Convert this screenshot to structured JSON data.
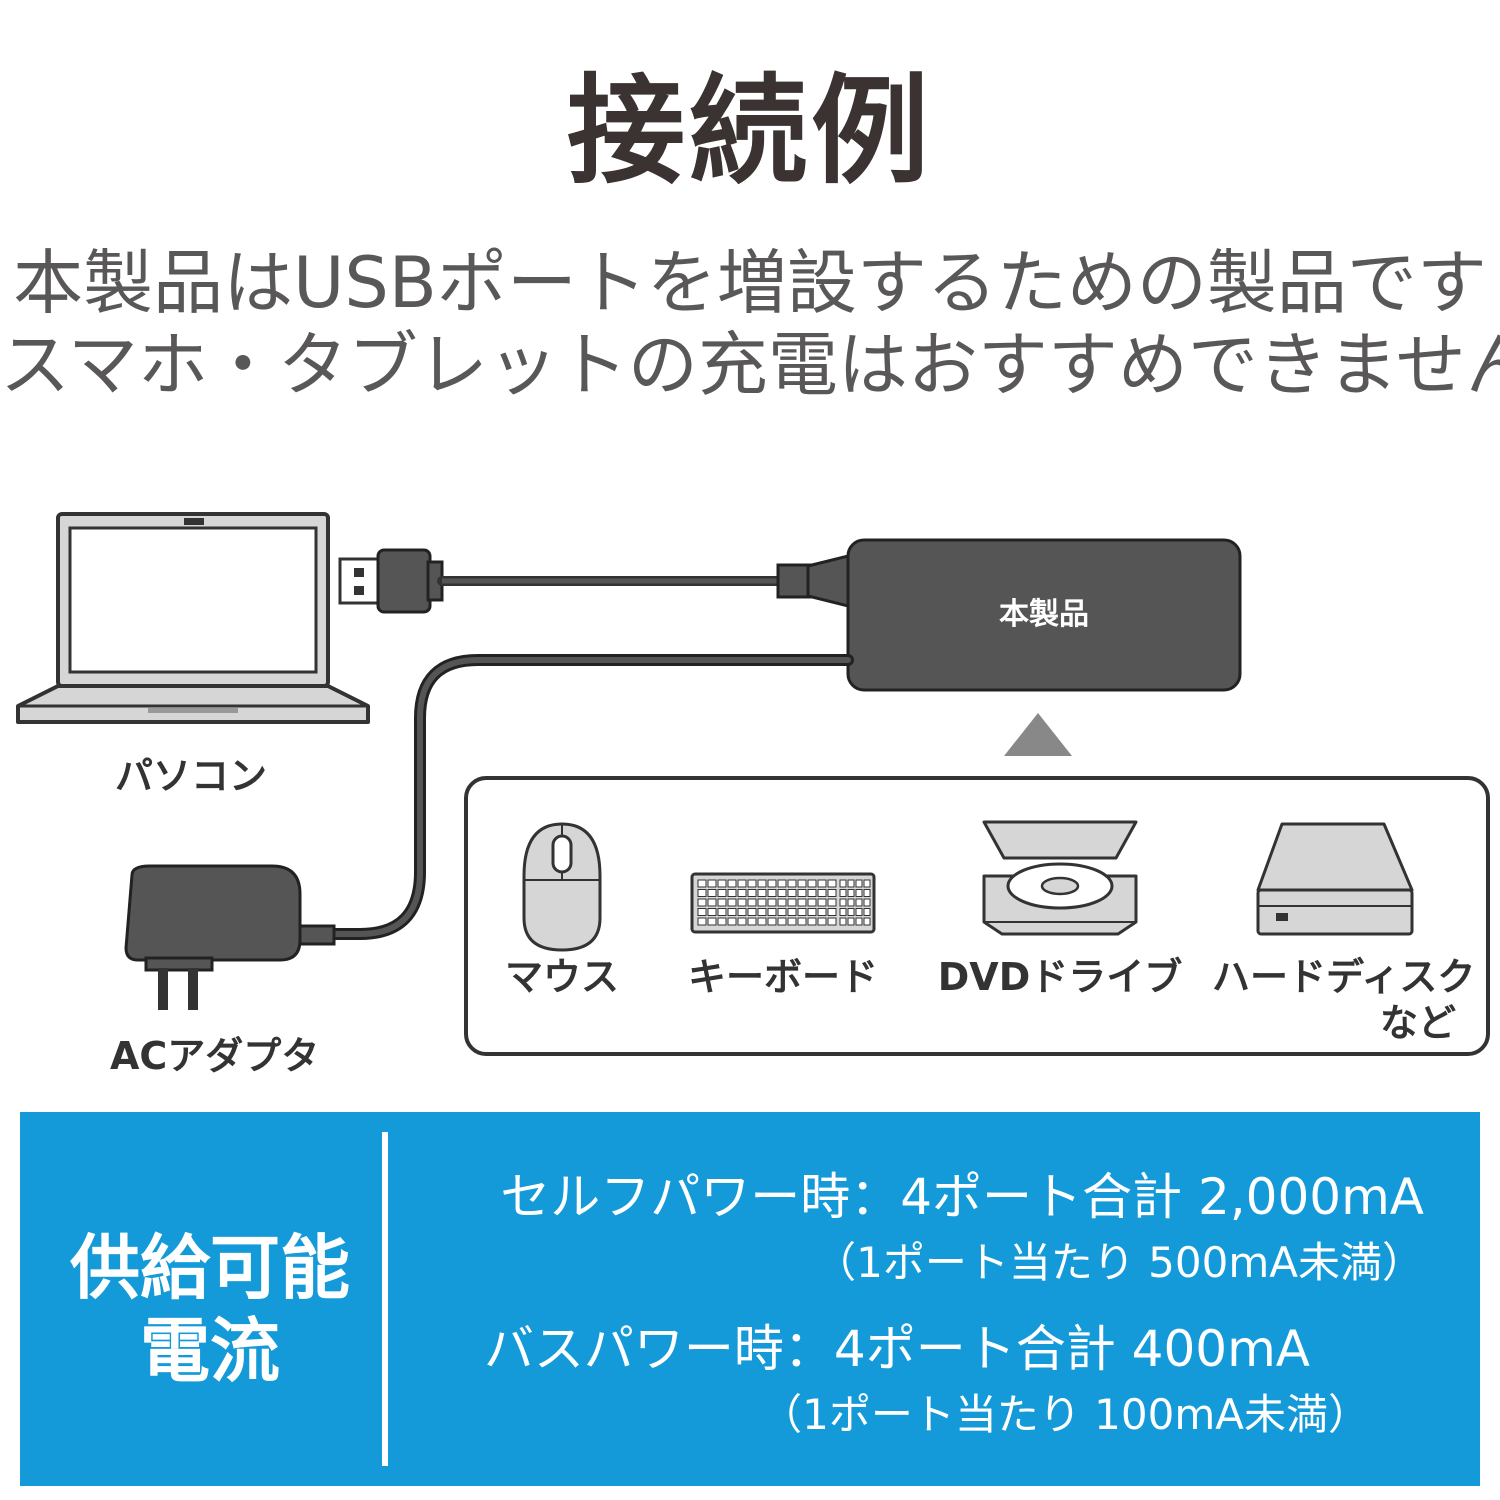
{
  "header": {
    "title": "接続例",
    "subtitle_line1": "本製品はUSBポートを増設するための製品です",
    "subtitle_line2": "スマホ・タブレットの充電はおすすめできません"
  },
  "diagram": {
    "pc_label": "パソコン",
    "adapter_label": "ACアダプタ",
    "hub_label": "本製品",
    "devices": [
      {
        "label": "マウス",
        "icon": "mouse-icon"
      },
      {
        "label": "キーボード",
        "icon": "keyboard-icon"
      },
      {
        "label": "DVDドライブ",
        "icon": "dvd-drive-icon"
      },
      {
        "label": "ハードディスク",
        "icon": "hard-disk-icon"
      }
    ],
    "devices_suffix": "など"
  },
  "supply": {
    "heading_line1": "供給可能",
    "heading_line2": "電流",
    "self_power": "セルフパワー時：4ポート合計 2,000mA",
    "self_power_note": "（1ポート当たり 500mA未満）",
    "bus_power": "バスパワー時：4ポート合計 400mA",
    "bus_power_note": "（1ポート当たり 100mA未満）"
  },
  "colors": {
    "panel_blue": "#149ad8",
    "device_dark": "#555555",
    "device_light": "#d6d6d6",
    "title_text": "#3b3232"
  }
}
